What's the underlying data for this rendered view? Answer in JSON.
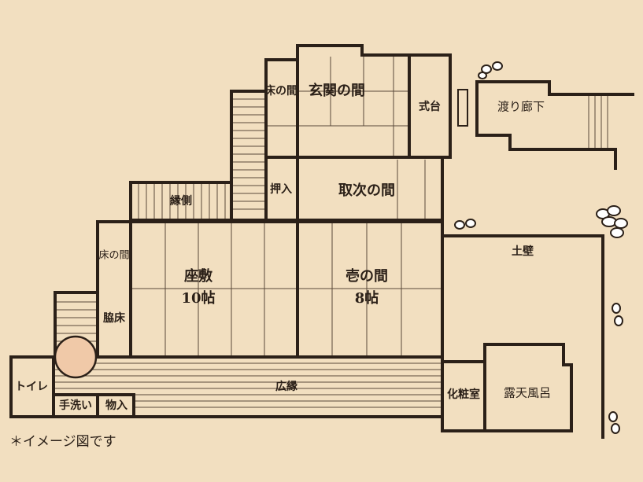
{
  "colors": {
    "background": "#f2dfc0",
    "wall": "#2b2018",
    "tatami_line": "#5a4a3a",
    "stepping_stone": "#ffffff",
    "round_window": "#f0c9a8"
  },
  "rooms": {
    "genkan": "玄関の間",
    "toko_top": "床の間",
    "shikidai": "式台",
    "watari_roka": "渡り廊下",
    "oshiire": "押入",
    "toritsugi": "取次の間",
    "engawa": "縁側",
    "toko_left": "床の間",
    "zashiki_name": "座敷",
    "zashiki_size": "10帖",
    "ichi_name": "壱の間",
    "ichi_size": "8帖",
    "wakidoko": "脇床",
    "dobeki": "土壁",
    "toilet": "トイレ",
    "hiroen": "広縁",
    "tearai": "手洗い",
    "monoire": "物入",
    "keshoushitsu": "化粧室",
    "rotenburo": "露天風呂"
  },
  "note": "＊イメージ図です"
}
